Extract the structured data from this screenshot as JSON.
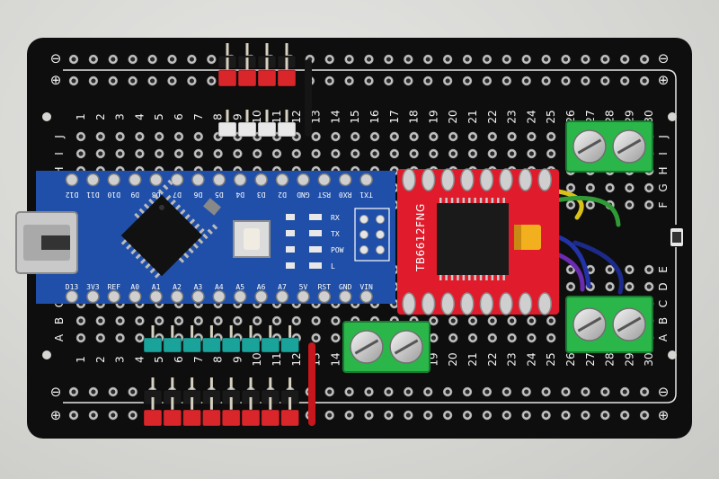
{
  "board": {
    "pcb_color": "#0e0e0e",
    "silk_color": "#f2f2f2",
    "col_numbers": [
      "1",
      "2",
      "3",
      "4",
      "5",
      "6",
      "7",
      "8",
      "9",
      "10",
      "11",
      "12",
      "13",
      "14",
      "15",
      "16",
      "17",
      "18",
      "19",
      "20",
      "21",
      "22",
      "23",
      "24",
      "25",
      "26",
      "27",
      "28",
      "29",
      "30"
    ],
    "row_letters_top": [
      "J",
      "I",
      "H",
      "G",
      "F"
    ],
    "row_letters_bottom": [
      "E",
      "D",
      "C",
      "B",
      "A"
    ],
    "rail_minus": "⊖",
    "rail_plus": "⊕"
  },
  "nano": {
    "board_color": "#1f4fa8",
    "top_pins": [
      "D12",
      "D11",
      "D10",
      "D9",
      "D8",
      "D7",
      "D6",
      "D5",
      "D4",
      "D3",
      "D2",
      "GND",
      "RST",
      "RX0",
      "TX1"
    ],
    "bottom_pins": [
      "D13",
      "3V3",
      "REF",
      "A0",
      "A1",
      "A2",
      "A3",
      "A4",
      "A5",
      "A6",
      "A7",
      "5V",
      "RST",
      "GND",
      "VIN"
    ],
    "leds": [
      "RX",
      "TX",
      "POW",
      "L"
    ]
  },
  "driver": {
    "board_color": "#e01b2b",
    "label": "TB6612FNG"
  },
  "terminal_color": "#2bb64a",
  "header_colors": {
    "red": "#d9262b",
    "white": "#e8e8e8",
    "teal": "#1aa39a",
    "black": "#1a1a1a"
  }
}
